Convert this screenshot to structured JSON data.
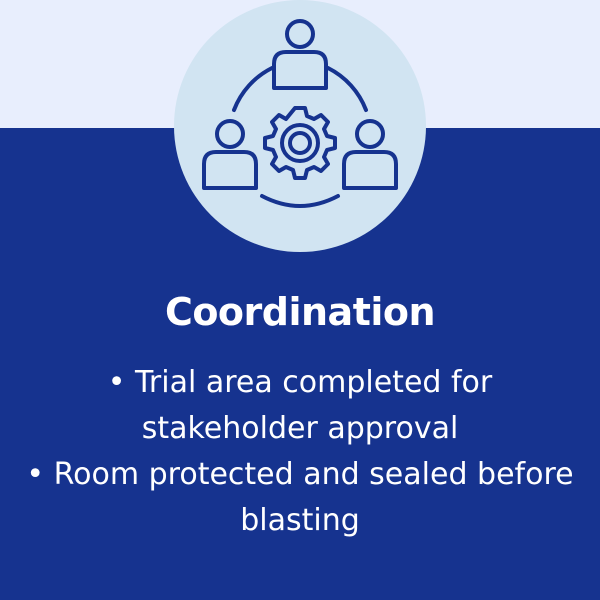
{
  "colors": {
    "background": "#16338f",
    "top_band": "#e8eefd",
    "icon_circle": "#d1e4f2",
    "icon_stroke": "#16338f",
    "text": "#ffffff"
  },
  "icon": {
    "name": "team-coordination-icon"
  },
  "title": "Coordination",
  "bullets": [
    "• Trial area completed for stakeholder approval",
    "• Room protected and sealed before blasting"
  ]
}
